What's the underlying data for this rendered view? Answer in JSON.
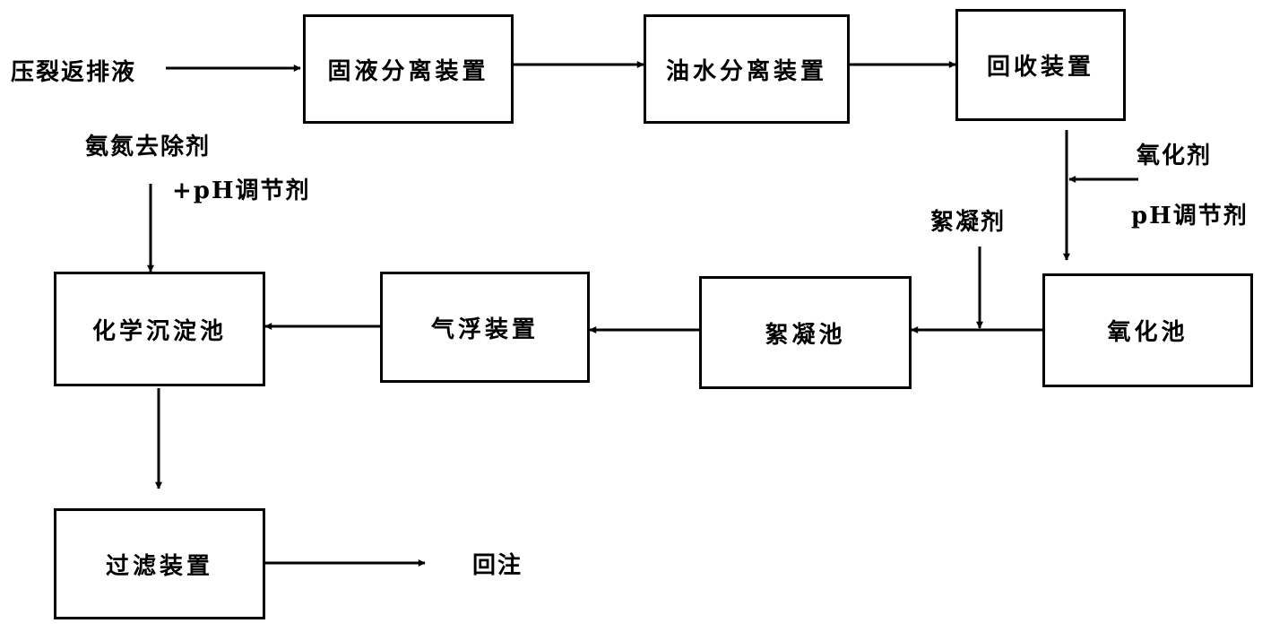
{
  "colors": {
    "stroke": "#000000",
    "background": "#ffffff"
  },
  "boxes": {
    "solid_liquid_separator": "固液分离装置",
    "oil_water_separator": "油水分离装置",
    "recovery_device": "回收装置",
    "oxidation_tank": "氧化池",
    "coagulation_tank": "絮凝池",
    "air_flotation_device": "气浮装置",
    "chemical_precipitation_tank": "化学沉淀池",
    "filtration_device": "过滤装置"
  },
  "labels": {
    "input": "压裂返排液",
    "oxidant": "氧化剂",
    "ph_regulator_right": "pH调节剂",
    "flocculant": "絮凝剂",
    "remover": "氨氮去除剂",
    "ph_regulator_left": "+pH调节剂",
    "output": "回注"
  }
}
